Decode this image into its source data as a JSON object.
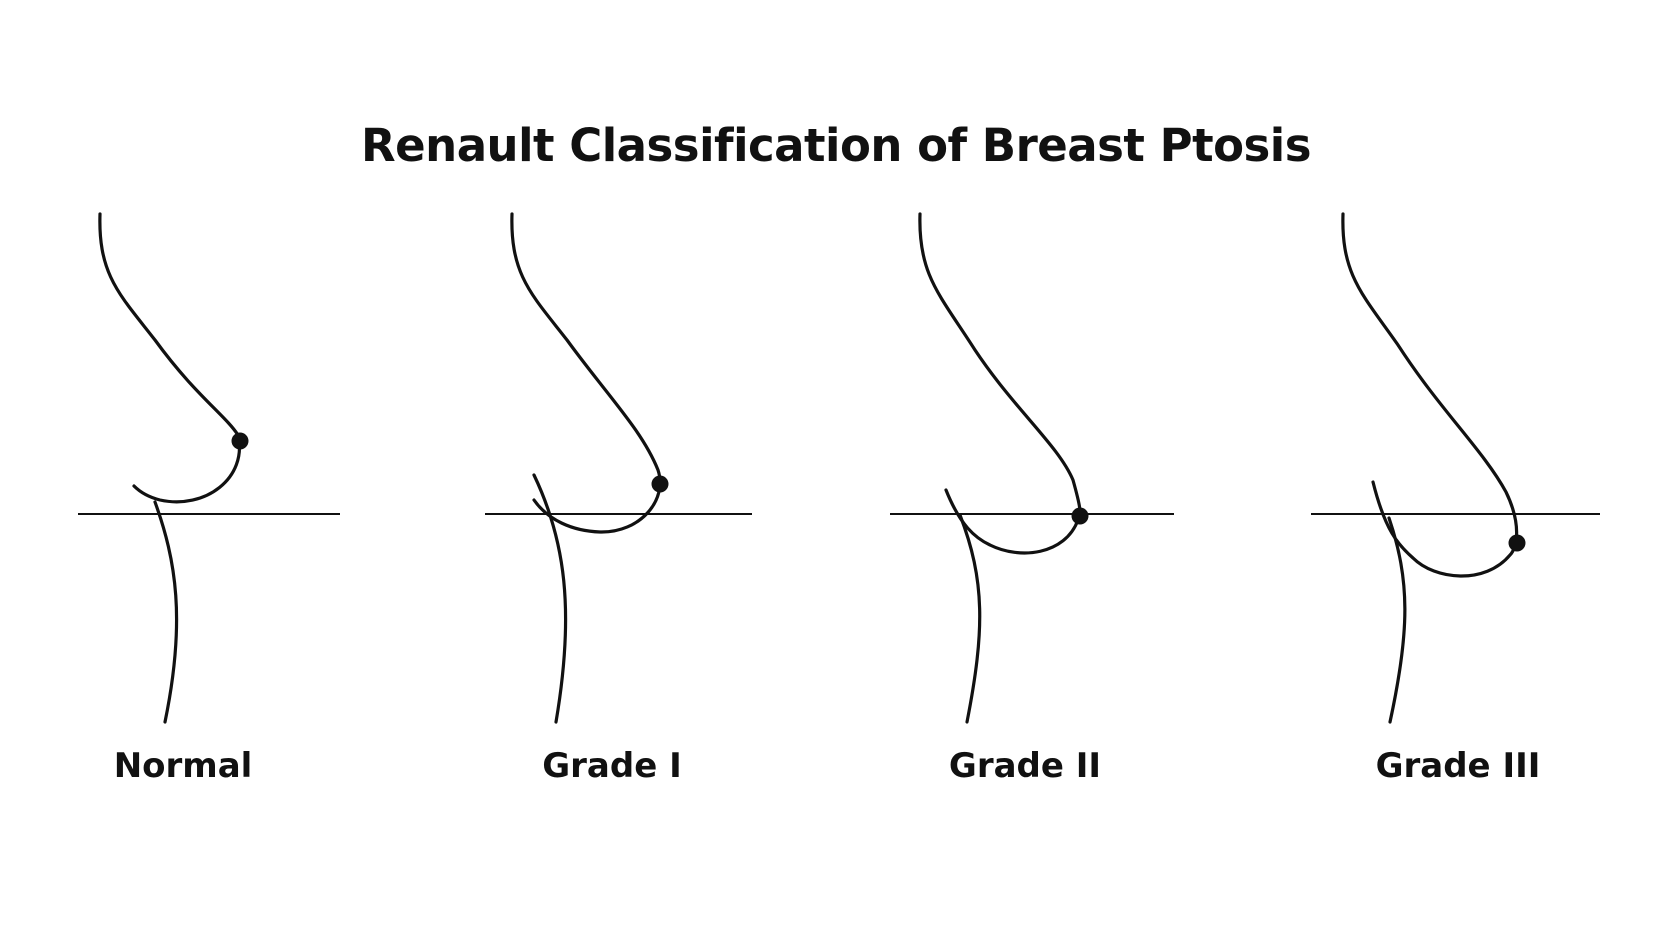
{
  "title": "Renault Classification of Breast Ptosis",
  "grades": [
    {
      "label": "Normal"
    },
    {
      "label": "Grade I"
    },
    {
      "label": "Grade II"
    },
    {
      "label": "Grade III"
    }
  ],
  "colors": {
    "stroke": "#111111",
    "background": "#ffffff"
  }
}
